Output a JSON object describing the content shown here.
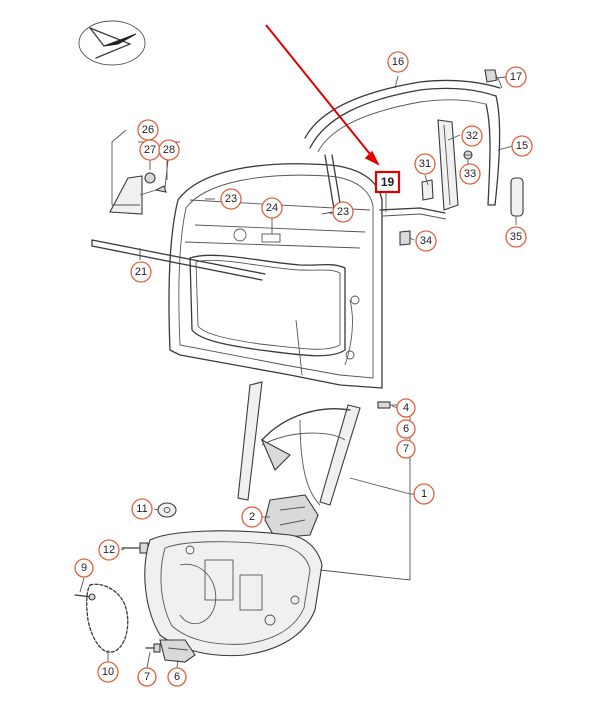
{
  "diagram": {
    "type": "exploded-parts-diagram",
    "highlighted_part": "19",
    "accent_color": "#e10000",
    "callout_color": "#e0603a",
    "callouts": [
      {
        "id": "c16",
        "label": "16"
      },
      {
        "id": "c17",
        "label": "17"
      },
      {
        "id": "c32",
        "label": "32"
      },
      {
        "id": "c15",
        "label": "15"
      },
      {
        "id": "c31",
        "label": "31"
      },
      {
        "id": "c33",
        "label": "33"
      },
      {
        "id": "c26",
        "label": "26"
      },
      {
        "id": "c27",
        "label": "27"
      },
      {
        "id": "c28",
        "label": "28"
      },
      {
        "id": "c23a",
        "label": "23"
      },
      {
        "id": "c24",
        "label": "24"
      },
      {
        "id": "c23b",
        "label": "23"
      },
      {
        "id": "c34",
        "label": "34"
      },
      {
        "id": "c35",
        "label": "35"
      },
      {
        "id": "c21",
        "label": "21"
      },
      {
        "id": "c4",
        "label": "4"
      },
      {
        "id": "c6a",
        "label": "6"
      },
      {
        "id": "c7a",
        "label": "7"
      },
      {
        "id": "c1",
        "label": "1"
      },
      {
        "id": "c11",
        "label": "11"
      },
      {
        "id": "c2",
        "label": "2"
      },
      {
        "id": "c12",
        "label": "12"
      },
      {
        "id": "c9",
        "label": "9"
      },
      {
        "id": "c10",
        "label": "10"
      },
      {
        "id": "c7b",
        "label": "7"
      },
      {
        "id": "c6b",
        "label": "6"
      }
    ],
    "highlight_label": "19"
  }
}
